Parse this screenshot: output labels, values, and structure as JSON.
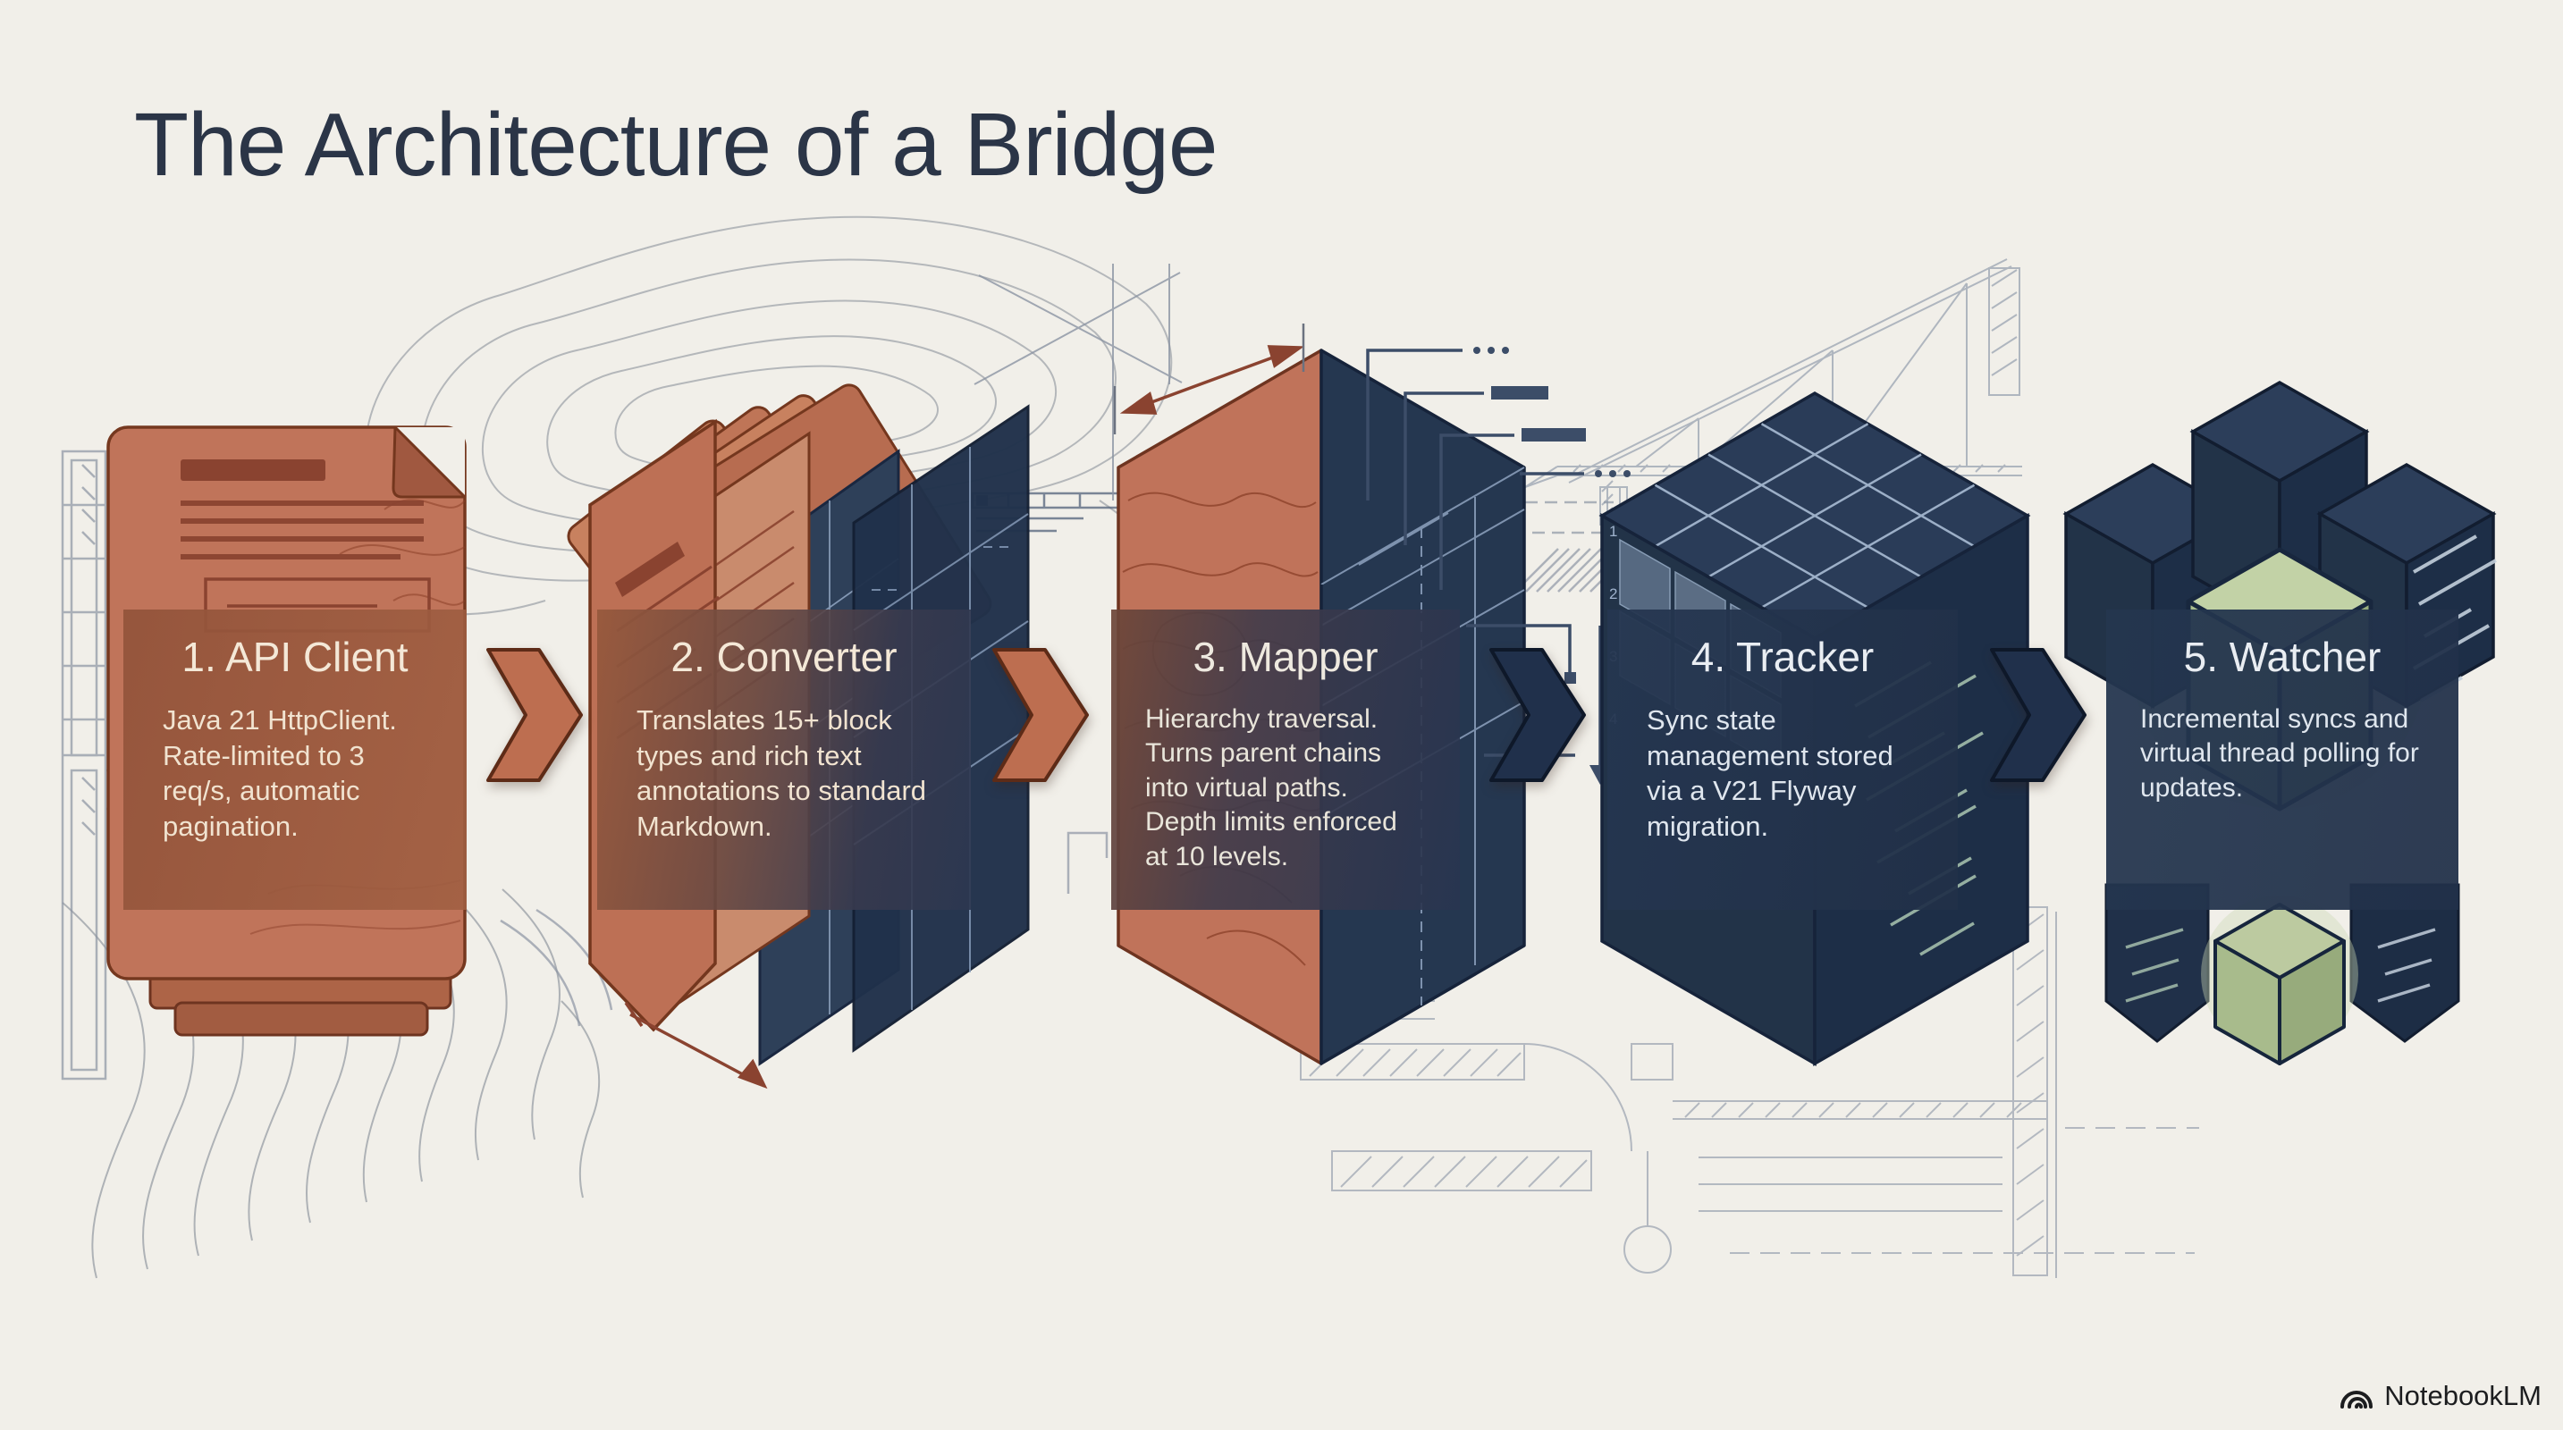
{
  "title": "The Architecture of a Bridge",
  "steps": [
    {
      "title": "1. API Client",
      "description": "Java 21 HttpClient. Rate-limited to 3 req/s, automatic pagination.",
      "icon": "document-icon"
    },
    {
      "title": "2. Converter",
      "description": "Translates 15+ block types and rich text annotations to standard Markdown.",
      "icon": "folder-stack-icon"
    },
    {
      "title": "3. Mapper",
      "description": "Hierarchy traversal. Turns parent chains into virtual paths. Depth limits enforced at 10 levels.",
      "icon": "hex-prism-icon"
    },
    {
      "title": "4. Tracker",
      "description": "Sync state management stored via a V21 Flyway migration.",
      "icon": "grid-cube-icon"
    },
    {
      "title": "5. Watcher",
      "description": "Incremental syncs and virtual thread polling for updates.",
      "icon": "cube-cluster-icon"
    }
  ],
  "footer": {
    "brand": "NotebookLM",
    "logo_icon": "notebooklm-logo-icon"
  },
  "colors": {
    "background": "#f1efe9",
    "title_text": "#2b3547",
    "terracotta": "#c0745a",
    "terracotta_outline": "#74371e",
    "navy": "#243650",
    "arrow_terracotta": "#bd6e50",
    "arrow_navy": "#20304b",
    "blueprint_line": "#8ea2bf",
    "lineart_gray": "#98a0ac",
    "code_green": "#9cb6a6",
    "accent_green_cube": "#b5c6a3",
    "cream_text": "#f3e8d8"
  }
}
